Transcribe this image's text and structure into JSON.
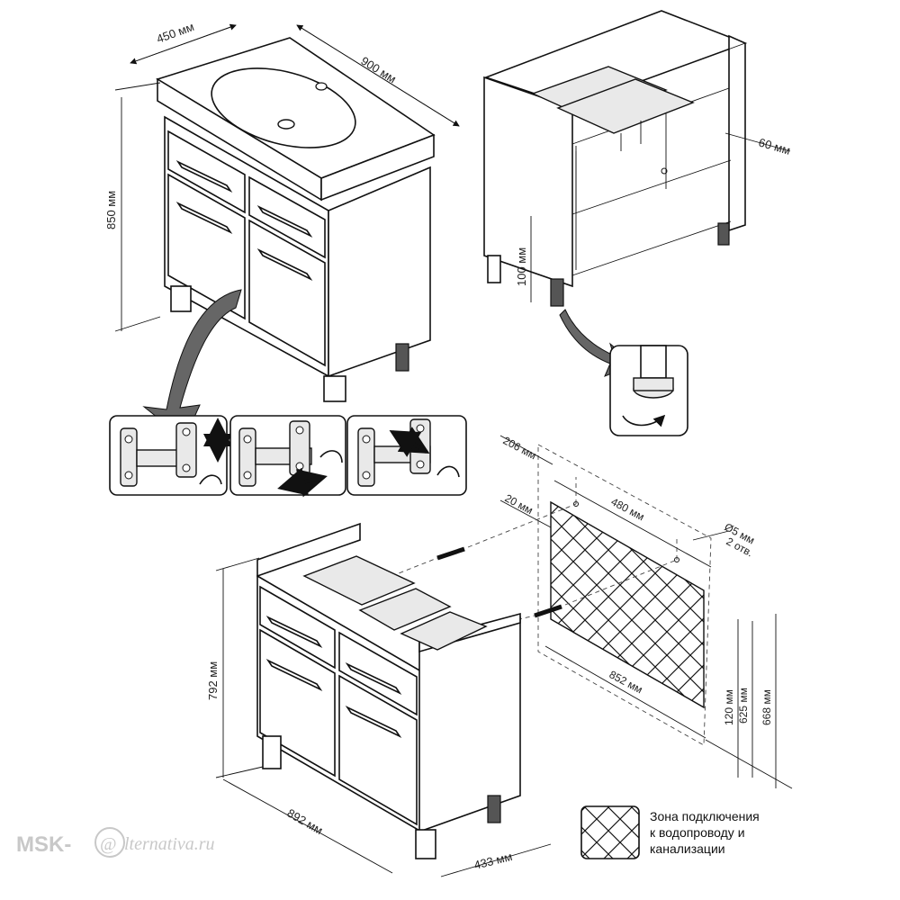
{
  "dimensions": {
    "depth_top": "450 мм",
    "width_top": "900 мм",
    "height_total": "850 мм",
    "back_offset": "60 мм",
    "leg_height": "100 мм",
    "gap_206": "206 мм",
    "gap_20": "20 мм",
    "span_480": "480 мм",
    "hole_diameter": "Ø5 мм",
    "hole_count": "2 отв.",
    "zone_width": "852 мм",
    "height_120": "120 мм",
    "height_625": "625 мм",
    "height_668": "668 мм",
    "height_792": "792 мм",
    "width_892": "892 мм",
    "depth_433": "433 мм"
  },
  "legend": {
    "line1": "Зона подключения",
    "line2": "к водопроводу и",
    "line3": "канализации"
  },
  "watermark": {
    "left": "MSK-",
    "mark": "@",
    "right": "lternativa.ru"
  },
  "colors": {
    "line": "#111111",
    "arrow_fill": "#666666",
    "panel_fill": "#e9e9e9",
    "watermark": "#c8c8c8"
  }
}
